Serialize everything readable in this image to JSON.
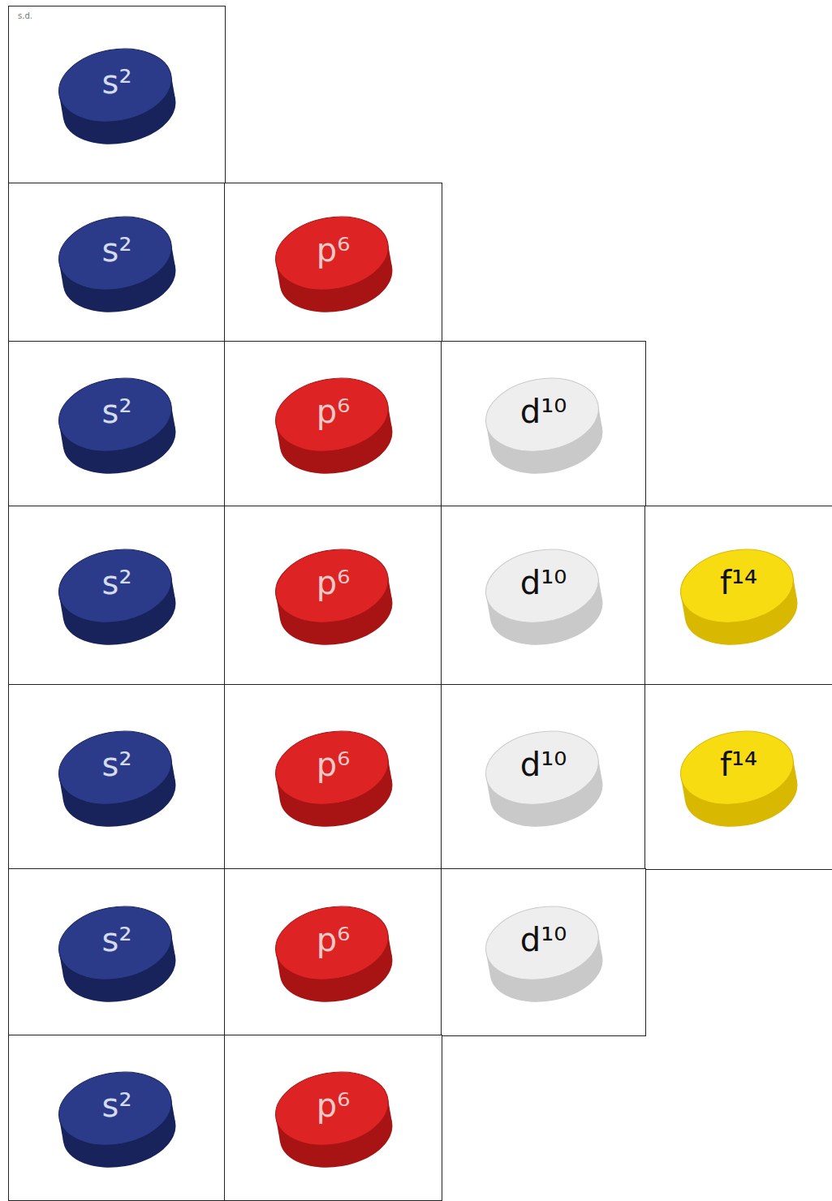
{
  "diagram": {
    "nodes": [
      {
        "text": [
          "s²"
        ]
      },
      {
        "text": [
          "s²"
        ]
      },
      {
        "text": [
          "p⁶"
        ]
      },
      {
        "text": [
          "s²"
        ]
      },
      {
        "text": [
          "p⁶"
        ]
      },
      {
        "text": [
          "d¹⁰"
        ]
      },
      {
        "text": [
          "s²"
        ]
      },
      {
        "text": [
          "p⁶"
        ]
      },
      {
        "text": [
          "d¹⁰"
        ]
      },
      {
        "text": [
          "f¹⁴"
        ]
      },
      {
        "text": [
          "s²"
        ]
      },
      {
        "text": [
          "p⁶"
        ]
      },
      {
        "text": [
          "d¹⁰"
        ]
      },
      {
        "text": [
          "f¹⁴"
        ]
      },
      {
        "text": [
          "s²"
        ]
      },
      {
        "text": [
          "p⁶"
        ]
      },
      {
        "text": [
          "d¹⁰"
        ]
      },
      {
        "text": [
          "s²"
        ]
      },
      {
        "text": [
          "p⁶"
        ]
      }
    ],
    "labels": [
      "s.d."
    ]
  }
}
